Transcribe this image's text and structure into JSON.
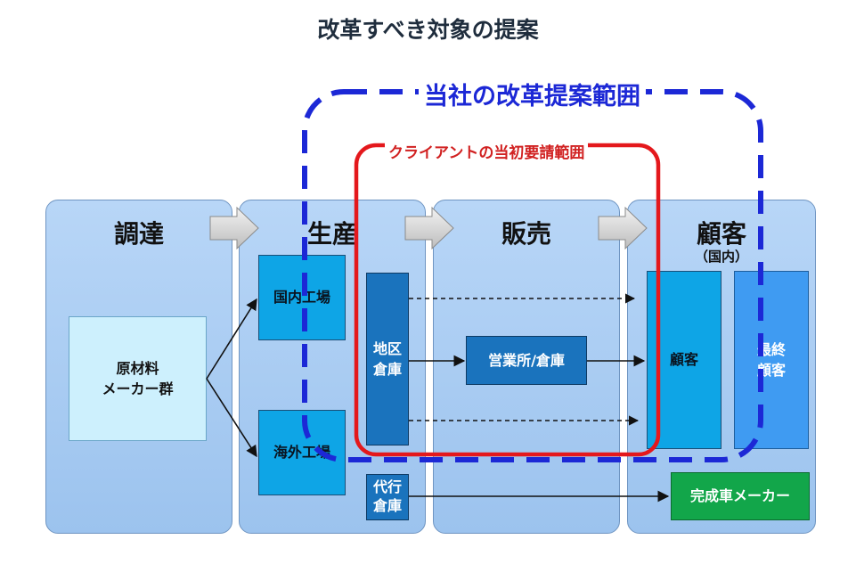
{
  "title": "改革すべき対象の提案",
  "scope_labels": {
    "proposal": "当社の改革提案範囲",
    "client": "クライアントの当初要請範囲"
  },
  "stages": {
    "procurement": "調達",
    "production": "生産",
    "sales": "販売",
    "customer": "顧客",
    "customer_sub": "（国内）"
  },
  "nodes": {
    "raw_materials": "原材料\nメーカー群",
    "domestic_factory": "国内工場",
    "overseas_factory": "海外工場",
    "regional_warehouse": "地区\n倉庫",
    "agency_warehouse": "代行\n倉庫",
    "sales_office": "営業所/倉庫",
    "customer": "顧客",
    "end_customer": "最終\n顧客",
    "car_maker": "完成車メーカー"
  },
  "colors": {
    "panel": "#9cc3ee",
    "proposal_scope": "#1c28d6",
    "client_scope": "#e4181c",
    "arrow_chevron": "#cfcfcf"
  }
}
